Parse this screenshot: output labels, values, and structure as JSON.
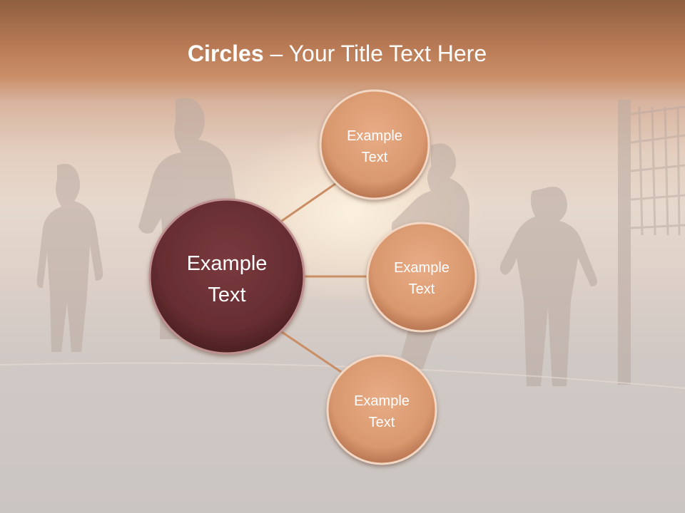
{
  "slide": {
    "title_bold": "Circles",
    "title_separator": " – ",
    "title_rest": "Your Title Text Here"
  },
  "diagram": {
    "center": {
      "label_line1": "Example",
      "label_line2": "Text",
      "color": "#6a2f33"
    },
    "satellites": [
      {
        "label_line1": "Example",
        "label_line2": "Text"
      },
      {
        "label_line1": "Example",
        "label_line2": "Text"
      },
      {
        "label_line1": "Example",
        "label_line2": "Text"
      }
    ],
    "satellite_color": "#dea07a",
    "connector_color": "#c98e66"
  }
}
